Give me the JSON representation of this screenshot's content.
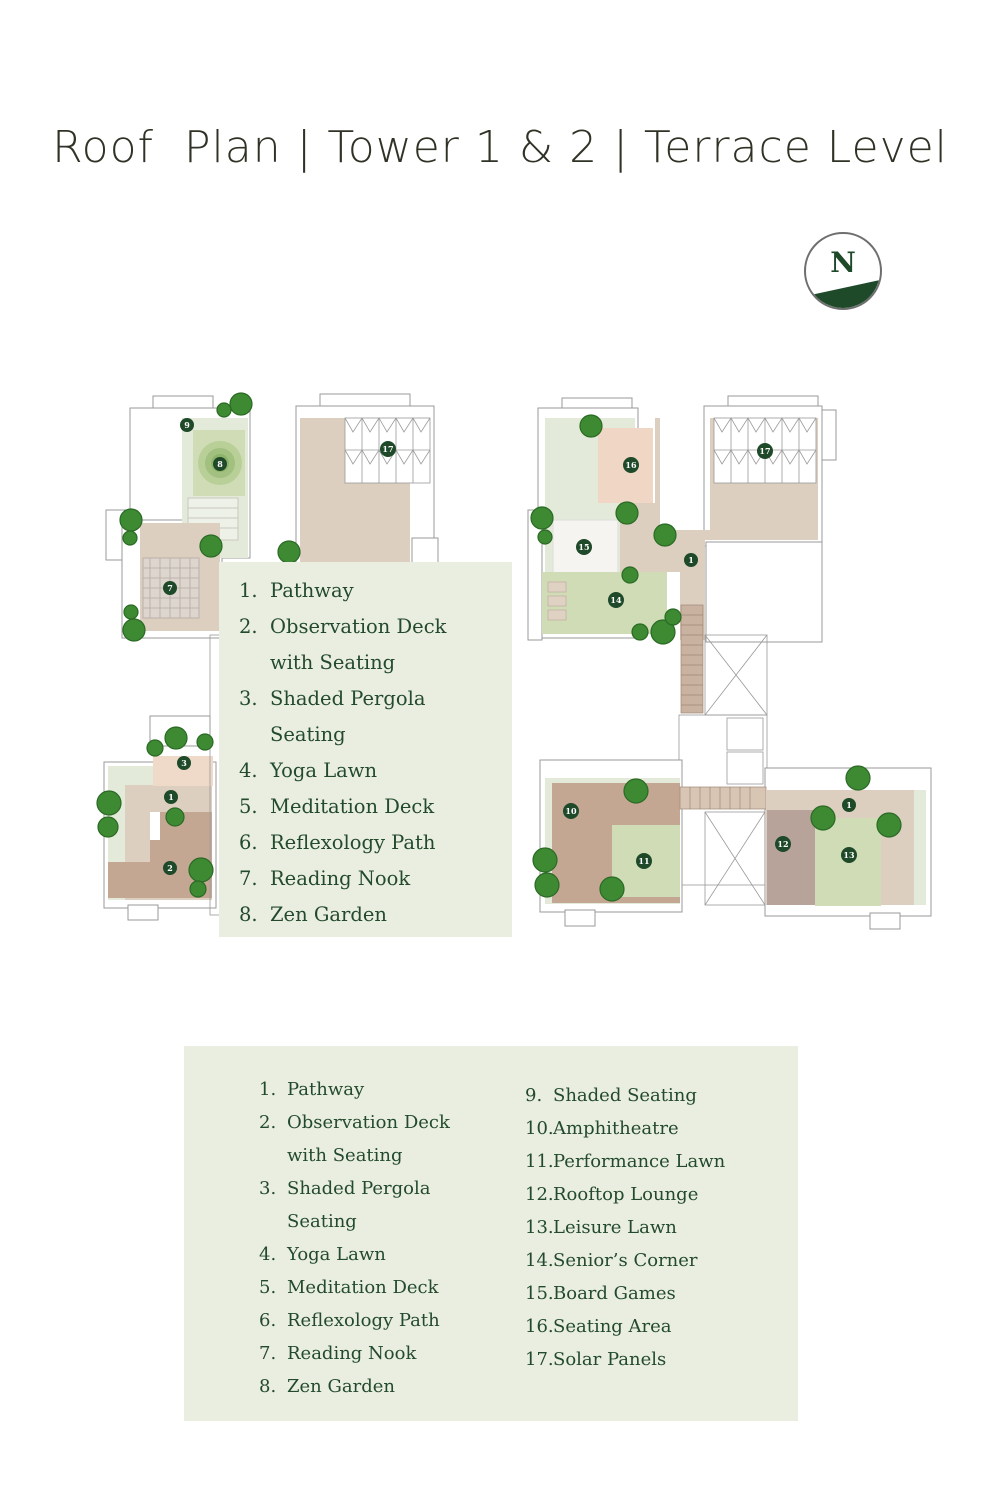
{
  "title": "Roof  Plan | Tower 1 & 2 | Terrace Level",
  "compass": {
    "label": "N"
  },
  "plan": {
    "markers": {
      "m1a": "1",
      "m2": "2",
      "m3": "3",
      "m7": "7",
      "m8": "8",
      "m9": "9",
      "m17a": "17",
      "m16": "16",
      "m17b": "17",
      "m15": "15",
      "m14": "14",
      "m1b": "1",
      "m10": "10",
      "m11": "11",
      "m12": "12",
      "m13": "13",
      "m1c": "1"
    }
  },
  "overlay_legend": [
    {
      "num": "1.",
      "label": "Pathway"
    },
    {
      "num": "2.",
      "label": "Observation Deck"
    },
    {
      "num": "",
      "label": "with Seating"
    },
    {
      "num": "3.",
      "label": "Shaded Pergola"
    },
    {
      "num": "",
      "label": "Seating"
    },
    {
      "num": "4.",
      "label": "Yoga Lawn"
    },
    {
      "num": "5.",
      "label": "Meditation Deck"
    },
    {
      "num": "6.",
      "label": "Reflexology Path"
    },
    {
      "num": "7.",
      "label": "Reading Nook"
    },
    {
      "num": "8.",
      "label": "Zen Garden"
    }
  ],
  "legend": {
    "left": [
      {
        "num": "1.",
        "label": "Pathway"
      },
      {
        "num": "2.",
        "label": "Observation Deck"
      },
      {
        "num": "",
        "label": "with Seating"
      },
      {
        "num": "3.",
        "label": "Shaded Pergola"
      },
      {
        "num": "",
        "label": "Seating"
      },
      {
        "num": "4.",
        "label": "Yoga Lawn"
      },
      {
        "num": "5.",
        "label": "Meditation Deck"
      },
      {
        "num": "6.",
        "label": "Reflexology Path"
      },
      {
        "num": "7.",
        "label": "Reading Nook"
      },
      {
        "num": "8.",
        "label": "Zen Garden"
      }
    ],
    "right": [
      {
        "num": "9.",
        "label": "Shaded Seating"
      },
      {
        "num": "10.",
        "label": "Amphitheatre"
      },
      {
        "num": "11.",
        "label": "Performance Lawn"
      },
      {
        "num": "12.",
        "label": "Rooftop Lounge"
      },
      {
        "num": "13.",
        "label": "Leisure Lawn"
      },
      {
        "num": "14.",
        "label": "Senior’s Corner"
      },
      {
        "num": "15.",
        "label": "Board Games"
      },
      {
        "num": "16.",
        "label": "Seating Area"
      },
      {
        "num": "17.",
        "label": "Solar Panels"
      }
    ]
  },
  "colors": {
    "accent": "#1f4a2a",
    "legend_bg": "#e9eee0",
    "path": "#dccfc0",
    "lawn": "#cfdcb5",
    "deck": "#c4a793"
  }
}
